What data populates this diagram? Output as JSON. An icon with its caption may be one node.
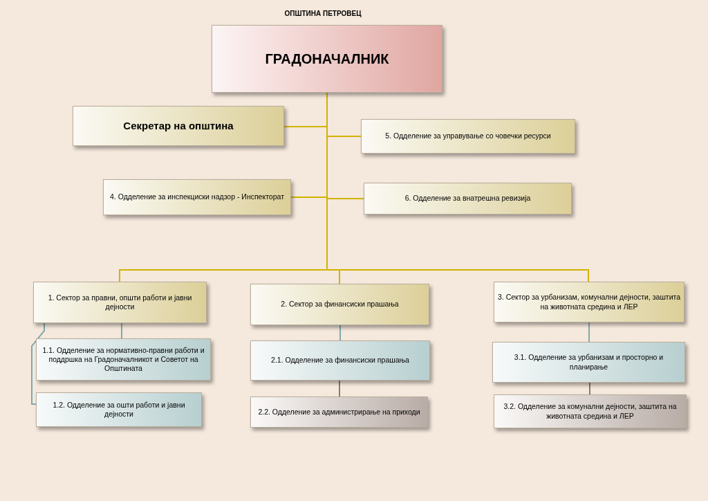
{
  "diagram": {
    "title": "ОПШТИНА ПЕТРОВЕЦ",
    "nodes": [
      {
        "text": [
          "ГРАДОНАЧАЛНИК"
        ]
      },
      {
        "text": [
          "Секретар на општина"
        ]
      },
      {
        "text": [
          "5. Одделение за управување со човечки ресурси"
        ]
      },
      {
        "text": [
          "4. Одделение за инспекциски надзор - Инспекторат"
        ]
      },
      {
        "text": [
          "6. Одделение за внатрешна ревизија"
        ]
      },
      {
        "text": [
          "1. Сектор за правни, општи работи и јавни дејности"
        ]
      },
      {
        "text": [
          "2. Сектор за финансиски прашања"
        ]
      },
      {
        "text": [
          "3. Сектор за урбанизам, комунални дејности, заштита на животната средина и ЛЕР"
        ]
      },
      {
        "text": [
          "1.1. Одделение за нормативно-правни работи и поддршка на Градоначалникот и Советот на Општината"
        ]
      },
      {
        "text": [
          "1.2. Одделение за ошти работи и  јавни дејности"
        ]
      },
      {
        "text": [
          "2.1. Одделение за финансиски прашања"
        ]
      },
      {
        "text": [
          "2.2. Одделение за администрирање на приходи"
        ]
      },
      {
        "text": [
          "3.1. Одделение за урбанизам и  просторно и планирање"
        ]
      },
      {
        "text": [
          "3.2. Одделение за комунални дејности, заштита на животната средина и ЛЕР"
        ]
      }
    ],
    "edges": [
      {
        "from": 0,
        "to": 1,
        "arrow": "none"
      },
      {
        "from": 0,
        "to": 2,
        "arrow": "none"
      },
      {
        "from": 0,
        "to": 3,
        "arrow": "none"
      },
      {
        "from": 0,
        "to": 4,
        "arrow": "none"
      },
      {
        "from": 0,
        "to": 5,
        "arrow": "none"
      },
      {
        "from": 0,
        "to": 6,
        "arrow": "none"
      },
      {
        "from": 0,
        "to": 7,
        "arrow": "none"
      },
      {
        "from": 5,
        "to": 8,
        "arrow": "none",
        "color": "#7fa9ad"
      },
      {
        "from": 5,
        "to": 9,
        "arrow": "none",
        "color": "#7fa9ad"
      },
      {
        "from": 6,
        "to": 10,
        "arrow": "none",
        "color": "#7fa9ad"
      },
      {
        "from": 7,
        "to": 12,
        "arrow": "none",
        "color": "#7fa9ad"
      },
      {
        "from": 10,
        "to": 11,
        "arrow": "none",
        "color": "#8a7a6a"
      },
      {
        "from": 12,
        "to": 13,
        "arrow": "none",
        "color": "#8a7a6a"
      }
    ]
  }
}
